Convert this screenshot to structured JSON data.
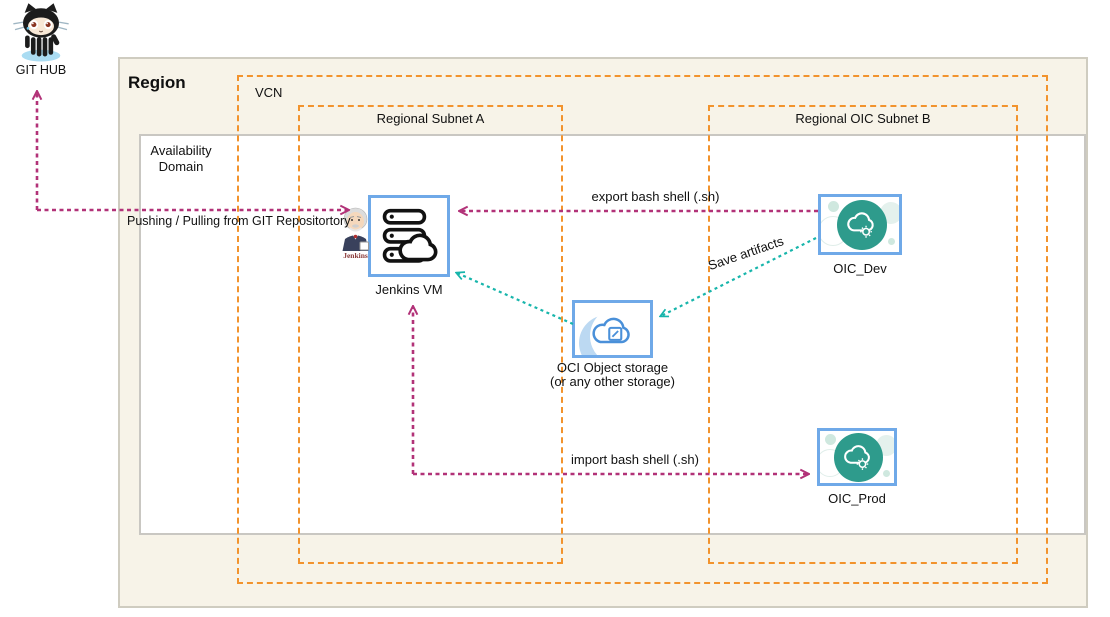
{
  "external": {
    "github": {
      "label": "GIT HUB"
    }
  },
  "region": {
    "label": "Region",
    "vcn": {
      "label": "VCN"
    },
    "availability_domain": {
      "line1": "Availability",
      "line2": "Domain"
    },
    "subnet_a": {
      "label": "Regional Subnet A"
    },
    "subnet_b": {
      "label": "Regional OIC Subnet B"
    }
  },
  "nodes": {
    "jenkins_vm": {
      "label": "Jenkins VM",
      "mascot_label": "Jenkins",
      "icon": "server-cloud-icon"
    },
    "object_storage": {
      "line1": "OCI Object storage",
      "line2": "(or any other storage)",
      "icon": "storage-cloud-icon"
    },
    "oic_dev": {
      "label": "OIC_Dev",
      "icon": "oic-cloud-gear-icon"
    },
    "oic_prod": {
      "label": "OIC_Prod",
      "icon": "oic-cloud-gear-icon"
    }
  },
  "edges": {
    "github_jenkins": {
      "label": "Pushing / Pulling from GIT Repositortory",
      "from": "Jenkins VM",
      "to": "GIT HUB",
      "direction": "bidirectional",
      "color": "#b23278",
      "style": "dashed"
    },
    "export_script": {
      "label": "export bash shell (.sh)",
      "from": "OIC_Dev",
      "to": "Jenkins VM",
      "color": "#b23278",
      "style": "dashed"
    },
    "save_artifacts": {
      "label": "Save artifacts",
      "from": "OIC_Dev",
      "to": "OCI Object storage",
      "color": "#17b5ab",
      "style": "dashed"
    },
    "storage_to_jenkins": {
      "from": "OCI Object storage",
      "to": "Jenkins VM",
      "color": "#17b5ab",
      "style": "dashed"
    },
    "import_script": {
      "label": "import bash shell (.sh)",
      "from": "Jenkins VM",
      "to": "OIC_Prod",
      "color": "#b23278",
      "style": "dashed"
    }
  },
  "colors": {
    "region_fill": "#f7f3e8",
    "subnet_border_orange": "#f2932d",
    "node_border_blue": "#6fa9e8",
    "oic_teal": "#2e9b8c",
    "storage_blue": "#4a90d9",
    "edge_pink": "#b23278",
    "edge_teal": "#17b5ab"
  }
}
